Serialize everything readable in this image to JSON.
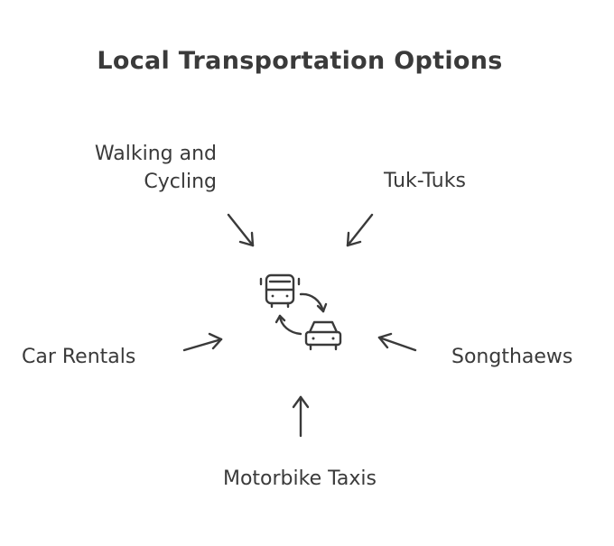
{
  "title": "Local Transportation Options",
  "options": {
    "walking": [
      "Walking and",
      "Cycling"
    ],
    "tuktuks": "Tuk-Tuks",
    "car_rentals": "Car Rentals",
    "songthaews": "Songthaews",
    "motorbike_taxis": "Motorbike Taxis"
  },
  "colors": {
    "ink": "#3a3a3a",
    "background": "#ffffff"
  },
  "icons": {
    "center": "bus-and-car-exchange-icon"
  }
}
